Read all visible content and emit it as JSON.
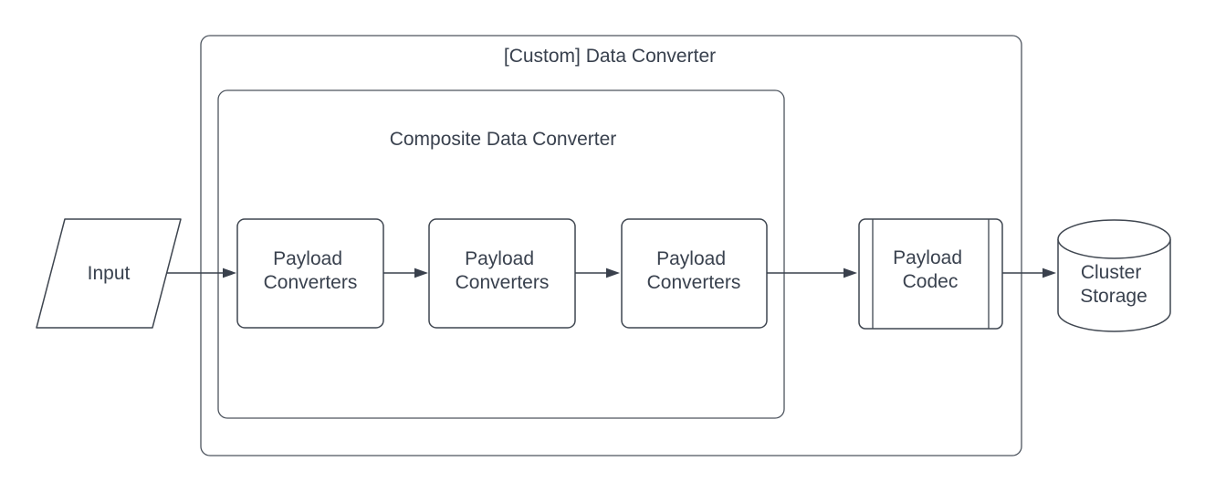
{
  "page": {
    "background": "#ffffff"
  },
  "diagram": {
    "type": "flowchart",
    "colors": {
      "shape_stroke": "#3f4650",
      "container_stroke": "#4d545e",
      "edge": "#39404c",
      "text": "#39414e",
      "fill": "#ffffff"
    },
    "outer_container": {
      "title": "[Custom] Data Converter"
    },
    "inner_container": {
      "title": "Composite Data Converter"
    },
    "nodes": {
      "input": {
        "shape": "parallelogram",
        "label": [
          "Input"
        ]
      },
      "converter1": {
        "shape": "rectangle",
        "label": [
          "Payload",
          "Converters"
        ]
      },
      "converter2": {
        "shape": "rectangle",
        "label": [
          "Payload",
          "Converters"
        ]
      },
      "converter3": {
        "shape": "rectangle",
        "label": [
          "Payload",
          "Converters"
        ]
      },
      "codec": {
        "shape": "predefined-process",
        "label": [
          "Payload",
          "Codec"
        ]
      },
      "storage": {
        "shape": "cylinder",
        "label": [
          "Cluster",
          "Storage"
        ]
      }
    },
    "edges": [
      {
        "from": "input",
        "to": "converter1"
      },
      {
        "from": "converter1",
        "to": "converter2"
      },
      {
        "from": "converter2",
        "to": "converter3"
      },
      {
        "from": "converter3",
        "to": "codec"
      },
      {
        "from": "codec",
        "to": "storage"
      }
    ]
  }
}
